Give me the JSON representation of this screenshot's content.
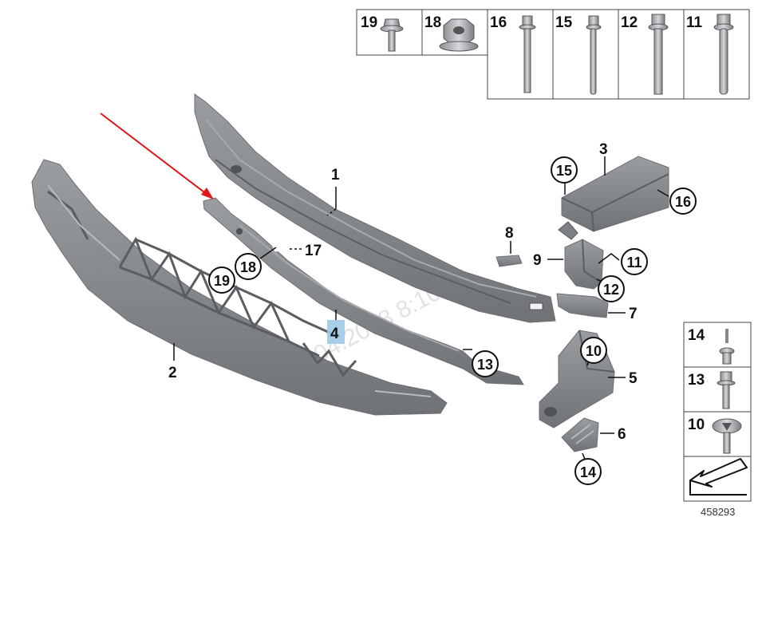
{
  "watermark": "04.2018 8:10:26",
  "diagram_ref": "458293",
  "callouts": {
    "c1": "1",
    "c2": "2",
    "c3": "3",
    "c4": "4",
    "c5": "5",
    "c6": "6",
    "c7": "7",
    "c8": "8",
    "c9": "9",
    "c10": "10",
    "c11": "11",
    "c12": "12",
    "c13": "13",
    "c14": "14",
    "c15": "15",
    "c16": "16",
    "c17": "17",
    "c18": "18",
    "c19": "19"
  },
  "fastener_legend_top": [
    "19",
    "18",
    "16",
    "15",
    "12",
    "11"
  ],
  "fastener_legend_right": [
    "14",
    "13",
    "10"
  ],
  "colors": {
    "part_fill": "#8a8d91",
    "part_dark": "#5e6165",
    "highlight": "#9ec9e6",
    "arrow": "#e0191b"
  },
  "highlighted_part": "4"
}
